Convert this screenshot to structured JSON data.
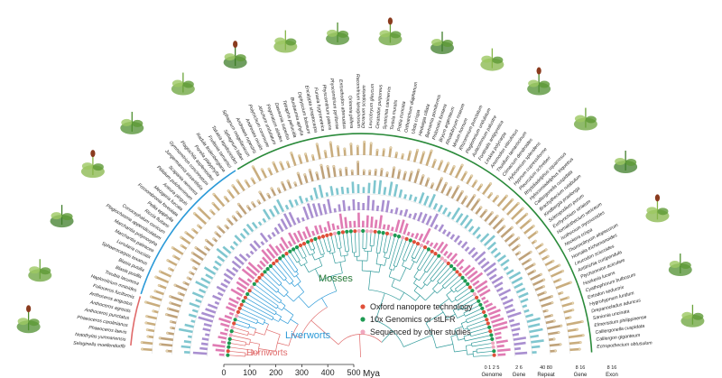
{
  "clades": {
    "mosses": "Mosses",
    "liverworts": "Liverworts",
    "hornworts": "Hornworts"
  },
  "legend": {
    "items": [
      {
        "label": "Oxford nanopore technology",
        "color": "#e0503a"
      },
      {
        "label": "10x Genomics or stLFR",
        "color": "#1e9a52"
      },
      {
        "label": "Sequenced by other studies",
        "color": "#f0a8bf"
      }
    ]
  },
  "time_axis": {
    "unit": "Mya",
    "ticks": [
      "0",
      "100",
      "200",
      "300",
      "400",
      "500"
    ]
  },
  "track_headers": [
    "Genome",
    "Gene",
    "Repeat",
    "Gene",
    "Exon"
  ],
  "track_scales": [
    "0 1 2 5",
    "2 6",
    "40 80",
    "8 16",
    "8 16"
  ],
  "species_left": [
    "Selaginella moellendorffii",
    "Notothylas yumnanensis",
    "Phaeoceros laevis",
    "Phaeoceros carolinianus",
    "Anthoceros punctatus",
    "Anthoceros agrestis",
    "Anthoceros angustus",
    "Folioceros fuciformis",
    "Haplomitrium mnioides",
    "Treubia lacunosa",
    "Blasia pusilla",
    "Blasia pusilla",
    "Sphaerocarpos texanus",
    "Lunularia cruciata",
    "Marchantia paleacea",
    "Marchantia polymorpha",
    "Plagiochasma appendiculatum",
    "Conocephalum conicum",
    "Riccia fluitans",
    "Pellia epiphylla",
    "Fossombronia foveolata",
    "Metzgeria furcata",
    "Aneura pinguis",
    "Ptilidium pulcherrimum",
    "Scapania nemorea",
    "Jungermannia exsertifolia",
    "Gymnomitrion concinnatum",
    "Plagiochila asplenioides",
    "Porella platyphylla",
    "Radula lindenbergiana",
    "Frullania tamarisci"
  ],
  "species_top": [
    "Takakia lepidozioides",
    "Sphagnum fallax",
    "Sphagnum magellanicum",
    "Andreaea rupestris",
    "Andreaea nivalis",
    "Polytrichum commune",
    "Atrichum undulatum",
    "Pogonatum aloides",
    "Dawsonia superba",
    "Tetraphis pellucida",
    "Buxbaumia aphylla",
    "Diphyscium foliosum",
    "Encalypta streptocarpa",
    "Funaria hygrometrica",
    "Physcomitrium patens",
    "Physcomitrium pyriforme",
    "Entosthodon attenuatus",
    "Grimmia pilifera",
    "Racomitrium lanuginosum",
    "Dicranum scoparium",
    "Leucobryum glaucum",
    "Ceratodon purpureus",
    "Syntrichia caninervis",
    "Tortula muralis",
    "Pottia truncata",
    "Orthotrichum diaphanum",
    "Ulota crispa",
    "Hedwigia ciliata",
    "Bartramia pomiformis",
    "Philonotis fontana",
    "Bryum argenteum",
    "Rhodobryum roseum",
    "Mnium hornum",
    "Rhizomnium punctatum",
    "Plagiomnium undulatum",
    "Aulacomnium palustre",
    "Fontinalis antipyretica",
    "Leskea polycarpa",
    "Anomodon viticulosus",
    "Thuidium tamariscinum",
    "Climacium dendroides",
    "Hylocomium splendens"
  ],
  "species_right": [
    "Hypnum cupressiforme",
    "Pleurozium schreberi",
    "Rhytidiadelphus squarrosus",
    "Hylocomiadelphus triquetrus",
    "Calliergonella cuspidata",
    "Brachythecium rutabulum",
    "Kindbergia praelonga",
    "Scleropodium purum",
    "Eurhynchium striatum",
    "Homalothecium sericeum",
    "Isothecium myosuroides",
    "Neckera crispa",
    "Thamnobryum alopecurum",
    "Homalia trichomanoides",
    "Leucodon sciuroides",
    "Antitrichia curtipendula",
    "Ptychomnion aciculare",
    "Hookeria lucens",
    "Cyathophorum bulbosum",
    "Entodon seductrix",
    "Hygrohypnum luridum",
    "Drepanocladus aduncus",
    "Sanionia uncinata",
    "Elmeristium philippinense",
    "Calliergonella cuspidata",
    "Calliergon giganteum",
    "Ectropothecium obtusulum"
  ]
}
